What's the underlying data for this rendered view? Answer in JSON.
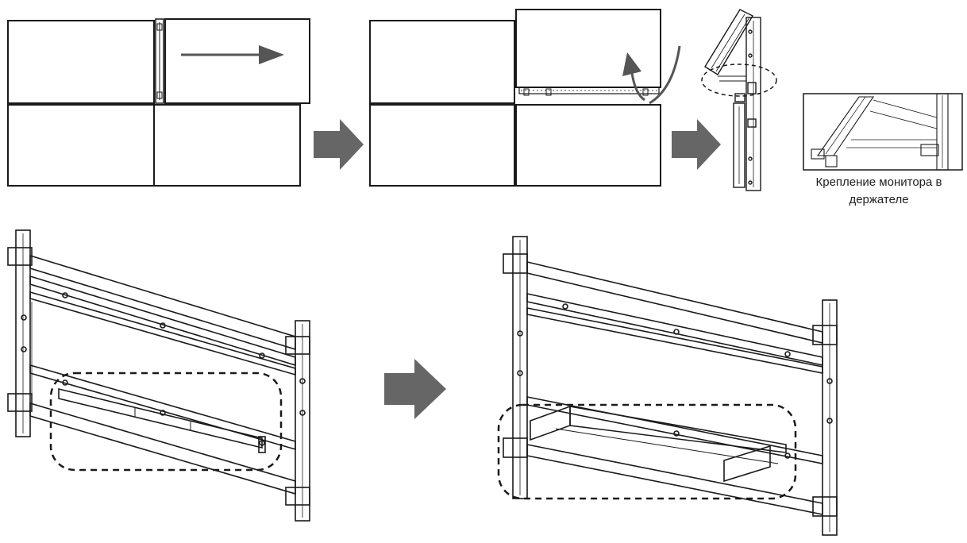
{
  "caption": {
    "line1": "Крепление монитора в",
    "line2": "держателе"
  },
  "colors": {
    "stroke": "#1a1a1a",
    "arrow": "#666666",
    "frame": "#333333",
    "background": "#ffffff"
  },
  "steps": [
    {
      "name": "slide-monitor-right"
    },
    {
      "name": "lift-monitor-up"
    },
    {
      "name": "side-view-mount"
    },
    {
      "name": "mount-detail"
    },
    {
      "name": "bracket-before"
    },
    {
      "name": "bracket-after"
    }
  ]
}
